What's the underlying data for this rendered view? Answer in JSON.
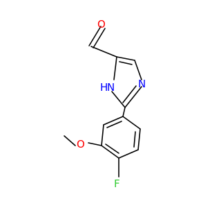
{
  "molecule": {
    "atoms": {
      "aldehyde_o": {
        "symbol": "O",
        "color": "#ff0000"
      },
      "ring_nh": {
        "symbol": "H",
        "color": "#0000ff"
      },
      "ring_nh_n": {
        "symbol": "N",
        "color": "#0000ff"
      },
      "ring_n": {
        "symbol": "N",
        "color": "#0000ff"
      },
      "methoxy_o": {
        "symbol": "O",
        "color": "#ff0000"
      },
      "fluorine": {
        "symbol": "F",
        "color": "#33cc33"
      }
    }
  }
}
